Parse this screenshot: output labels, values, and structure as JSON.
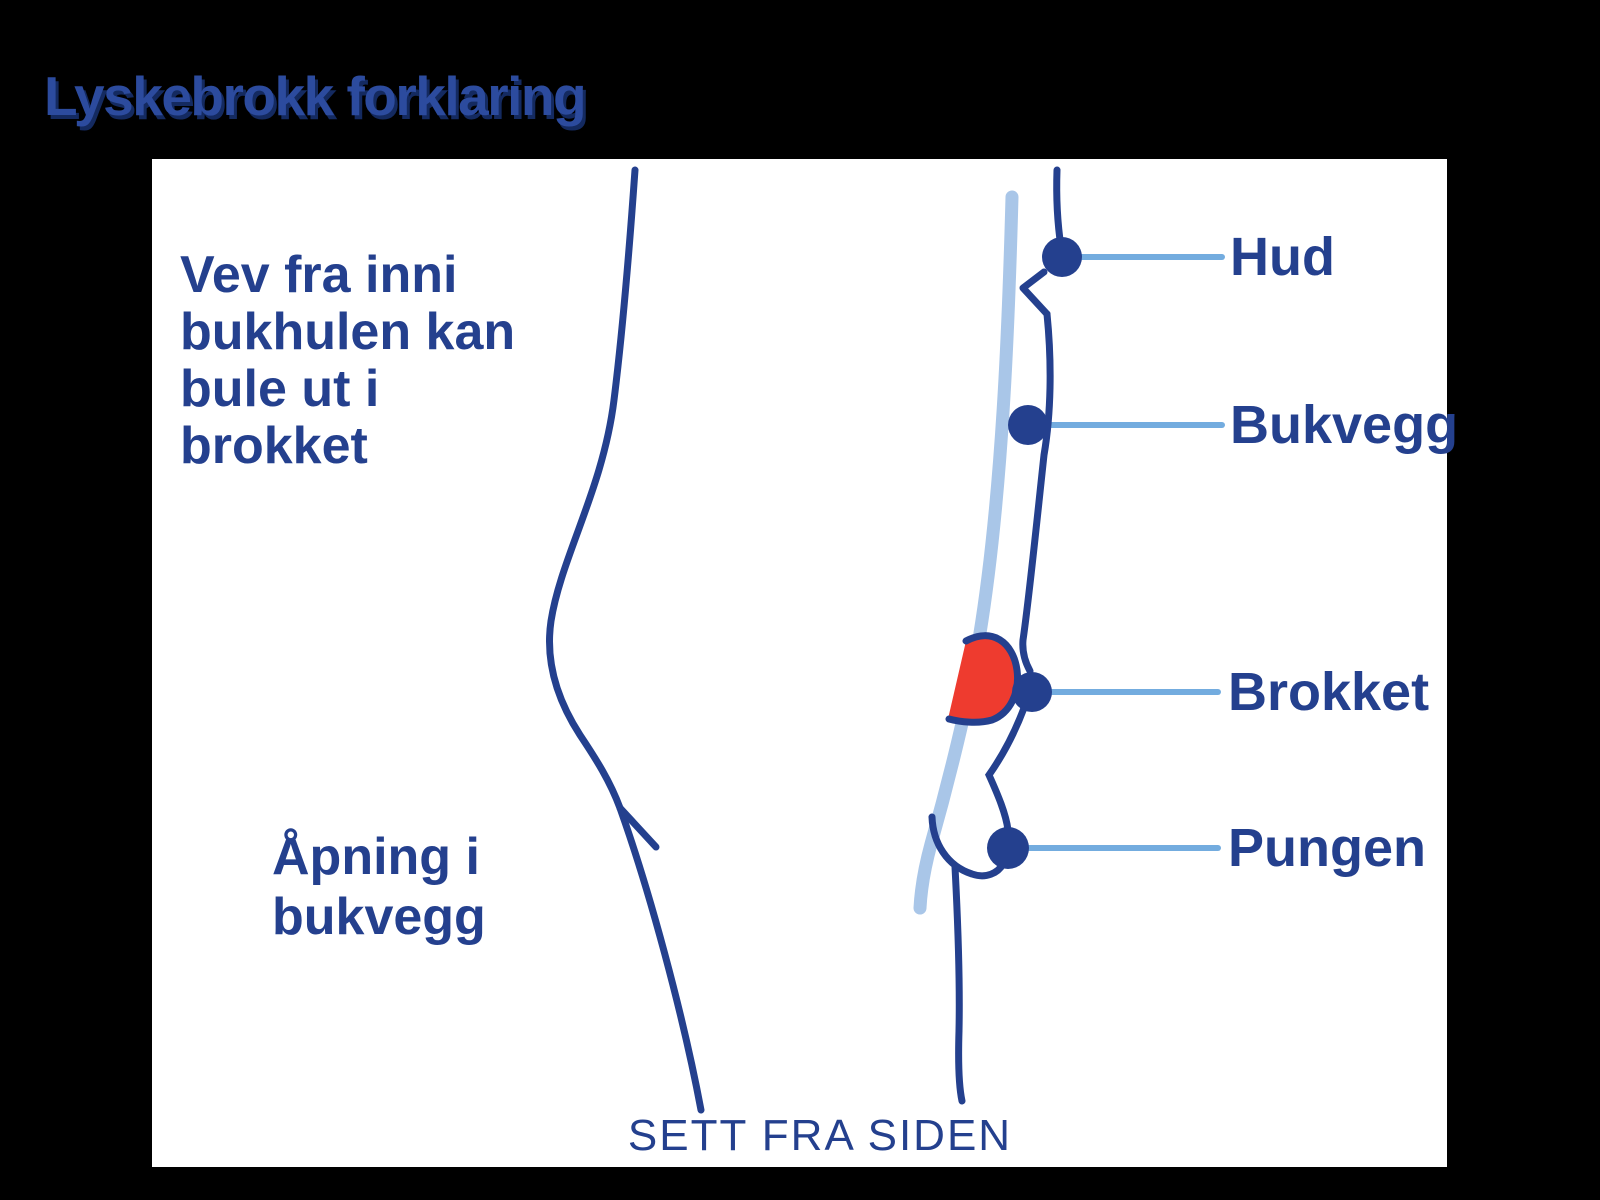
{
  "title": "Lyskebrokk forklaring",
  "diagram": {
    "view_type": "side-view anatomical illustration of an inguinal hernia",
    "annotations": {
      "tissue": {
        "lines": [
          "Vev fra inni",
          "bukhulen kan",
          "bule ut i",
          "brokket"
        ]
      },
      "opening": {
        "lines": [
          "Åpning i",
          "bukvegg"
        ]
      }
    },
    "callouts": [
      {
        "id": "hud",
        "text": "Hud"
      },
      {
        "id": "bukvegg",
        "text": "Bukvegg"
      },
      {
        "id": "brokket",
        "text": "Brokket"
      },
      {
        "id": "pungen",
        "text": "Pungen"
      }
    ],
    "caption": "SETT FRA SIDEN"
  },
  "colors": {
    "background": "#000000",
    "panel": "#ffffff",
    "navy_line_and_text": "#24408e",
    "title_blue": "#2c4b9e",
    "title_shadow": "#142a60",
    "abdominal_wall_blue": "#a9c6e8",
    "leader_line_blue": "#73acdf",
    "hernia_red": "#ee3b2f"
  }
}
